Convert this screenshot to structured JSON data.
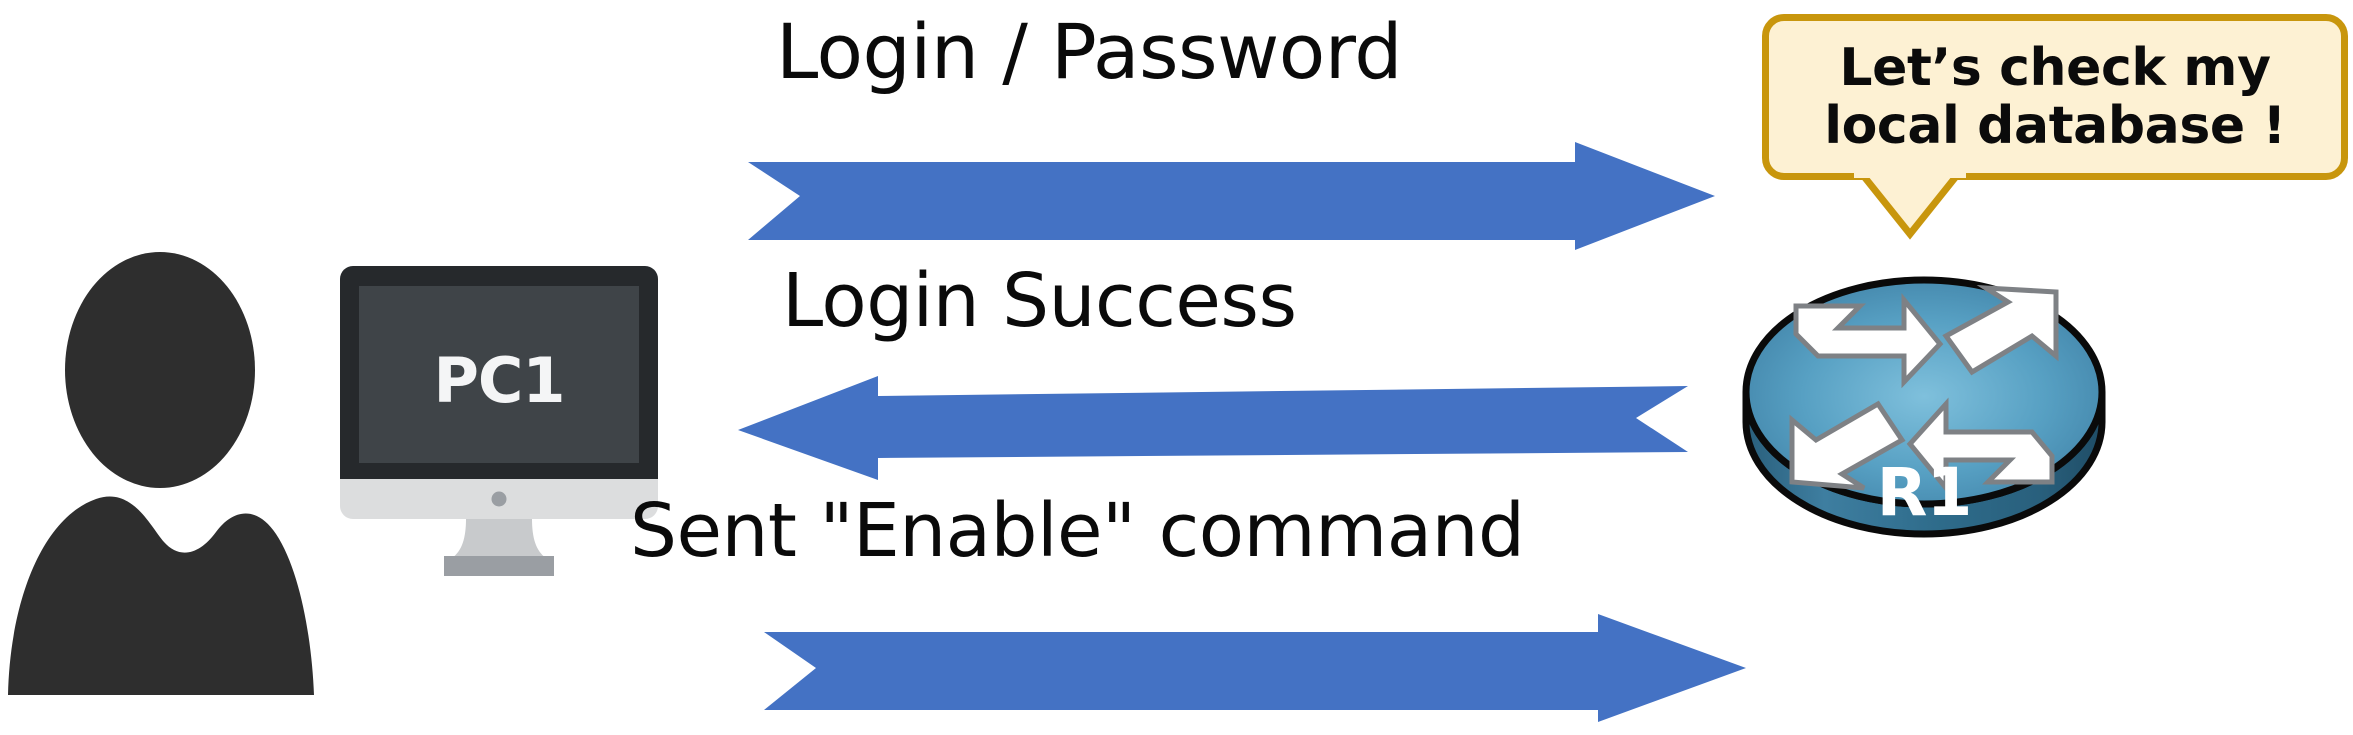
{
  "diagram": {
    "title": "Local database authentication flow between PC1 and router R1",
    "background_color": "#FFFFFF",
    "arrow_color": "#4472C4"
  },
  "actors": {
    "user": {
      "icon": "person-silhouette-icon",
      "color": "#2E2E2E"
    },
    "pc": {
      "label": "PC1",
      "icon": "desktop-monitor-icon",
      "bezel_color": "#26292C",
      "screen_color": "#3F4448",
      "base_color": "#DCDDDE",
      "stand_color": "#9A9EA3"
    },
    "router": {
      "label": "R1",
      "icon": "cisco-router-icon",
      "top_color": "#5A9BBE",
      "body_color": "#2E6B8A",
      "outline_color": "#0A0A0A",
      "arrow_glyph_color": "#FFFFFF"
    }
  },
  "messages": [
    {
      "id": "login-password",
      "label": "Login / Password",
      "direction": "pc-to-router"
    },
    {
      "id": "login-success",
      "label": "Login Success",
      "direction": "router-to-pc"
    },
    {
      "id": "enable-command",
      "label": "Sent \"Enable\" command",
      "direction": "pc-to-router"
    }
  ],
  "callout": {
    "text": "Let’s check my local database !",
    "line1": "Let’s check my",
    "line2": "local database !",
    "fill_color": "#FDF1D3",
    "border_color": "#C8960D",
    "text_color": "#0B0B0B",
    "points_to": "R1"
  }
}
